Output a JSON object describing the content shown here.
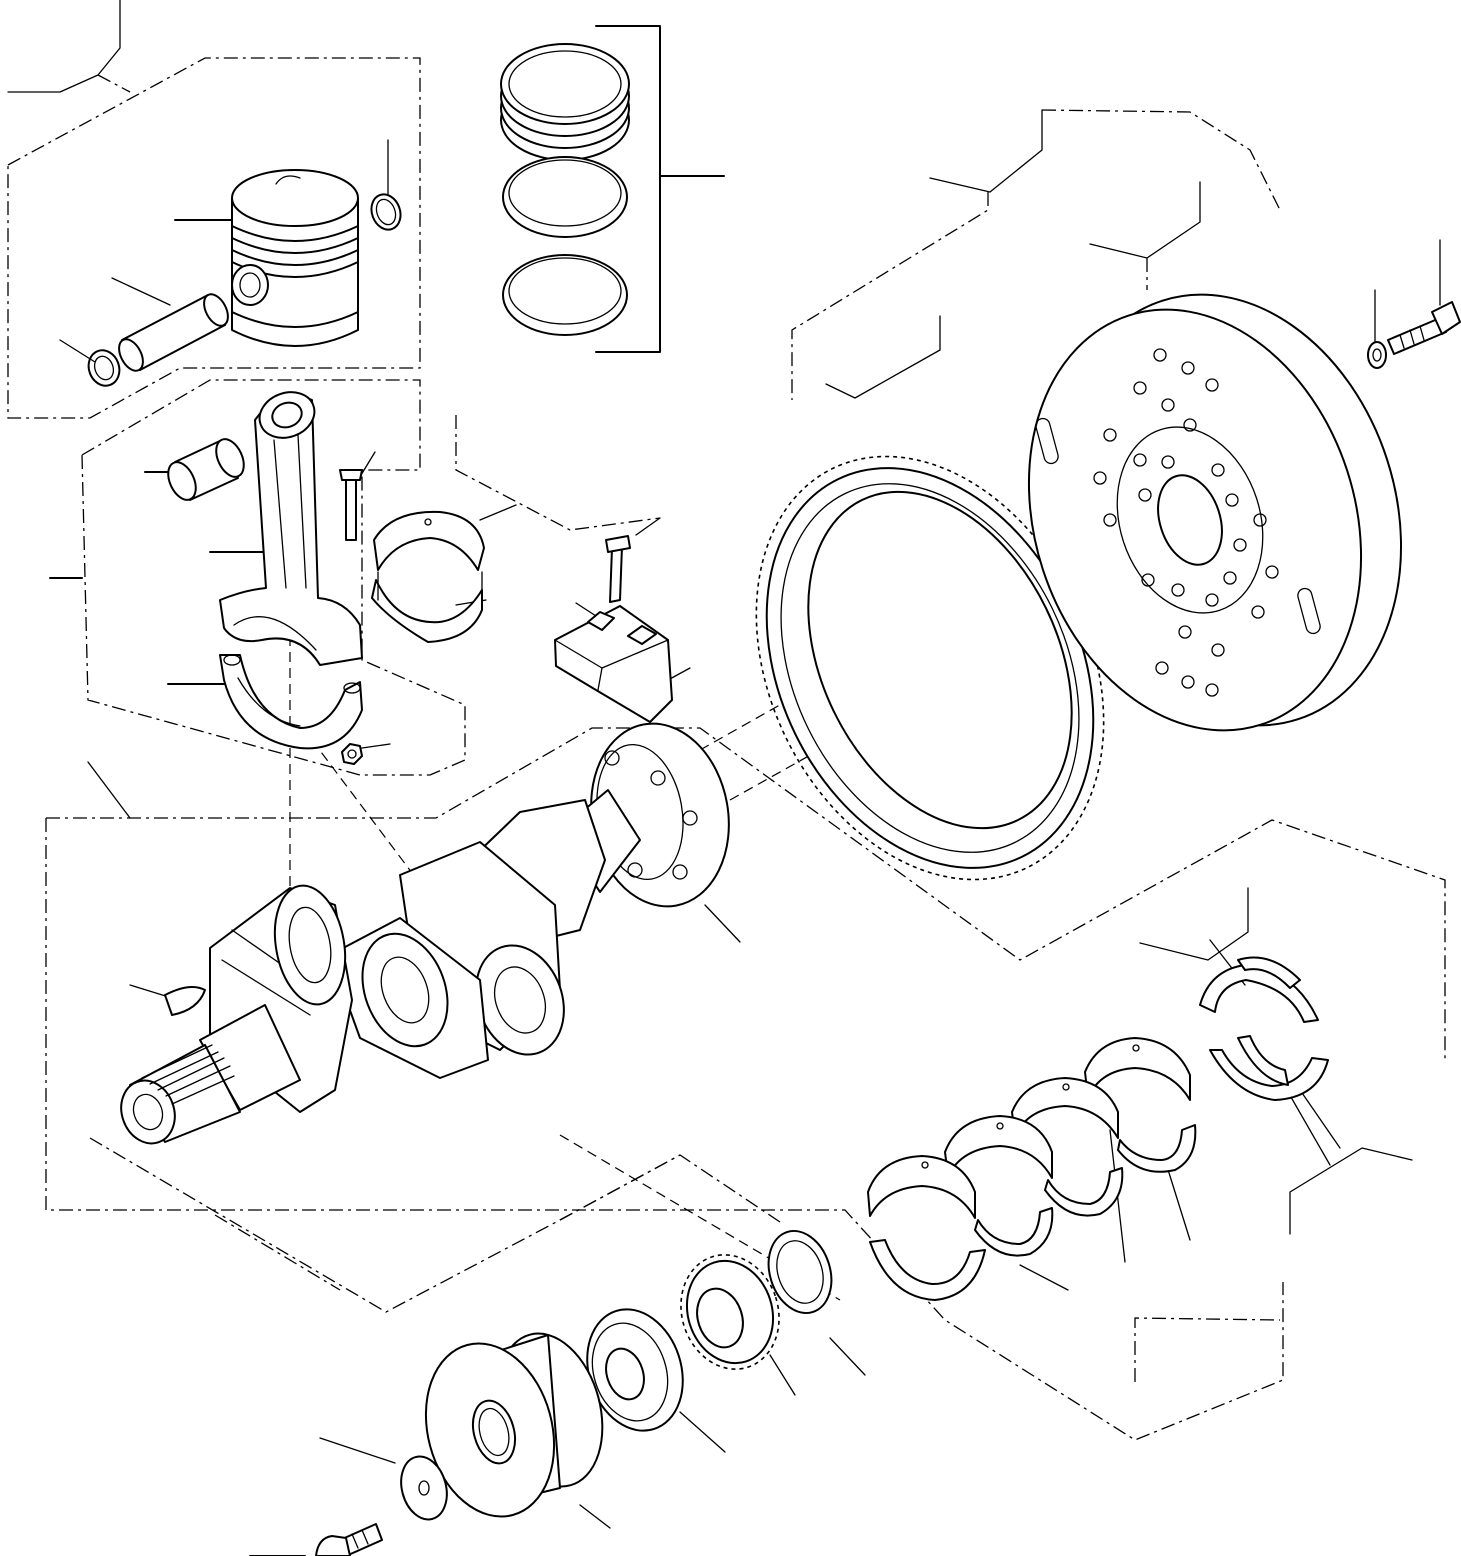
{
  "diagram": {
    "colors": {
      "ink": "#000000",
      "paper": "#ffffff"
    },
    "parts": [
      "piston",
      "piston-ring-set",
      "piston-pin",
      "circlip",
      "connecting-rod",
      "small-end-bushing",
      "big-end-cap",
      "rod-bolt",
      "rod-nut",
      "rod-bearing-shells",
      "counterweight-block",
      "crankshaft",
      "woodruff-key",
      "ring-gear",
      "flywheel",
      "flywheel-bolt",
      "flywheel-washer",
      "main-bearing-shells",
      "thrust-washers",
      "front-oil-seal",
      "timing-gear",
      "front-bearing-ring",
      "crankshaft-pulley",
      "pulley-washer",
      "pulley-bolt"
    ]
  }
}
